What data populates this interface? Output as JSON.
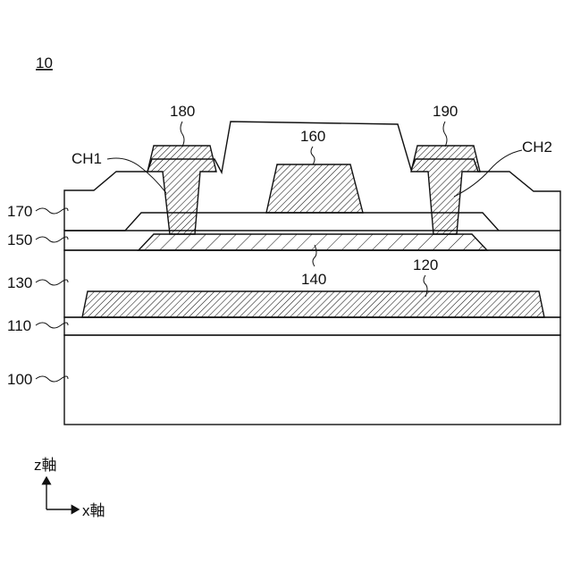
{
  "figure_number": "10",
  "layers": {
    "substrate": "100",
    "layer_110": "110",
    "layer_120": "120",
    "layer_130": "130",
    "layer_140": "140",
    "layer_150": "150",
    "layer_160": "160",
    "layer_170": "170",
    "layer_180": "180",
    "layer_190": "190"
  },
  "contacts": {
    "ch1": "CH1",
    "ch2": "CH2"
  },
  "axes": {
    "z": "z軸",
    "x": "x軸"
  }
}
